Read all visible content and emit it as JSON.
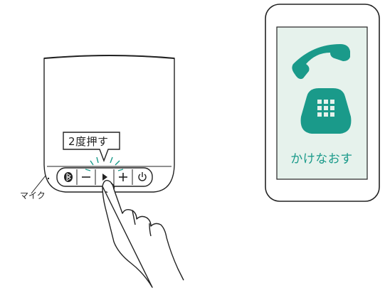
{
  "speaker": {
    "callout_text": "2度押す",
    "mic_label": "マイク",
    "buttons": [
      "bluetooth-icon",
      "minus-icon",
      "play-icon",
      "plus-icon",
      "power-icon"
    ]
  },
  "phone": {
    "caption": "かけなおす",
    "icon": "telephone-icon"
  },
  "colors": {
    "accent": "#1a9a8a",
    "screen_bg": "#e6f2ec",
    "outline": "#222222"
  }
}
